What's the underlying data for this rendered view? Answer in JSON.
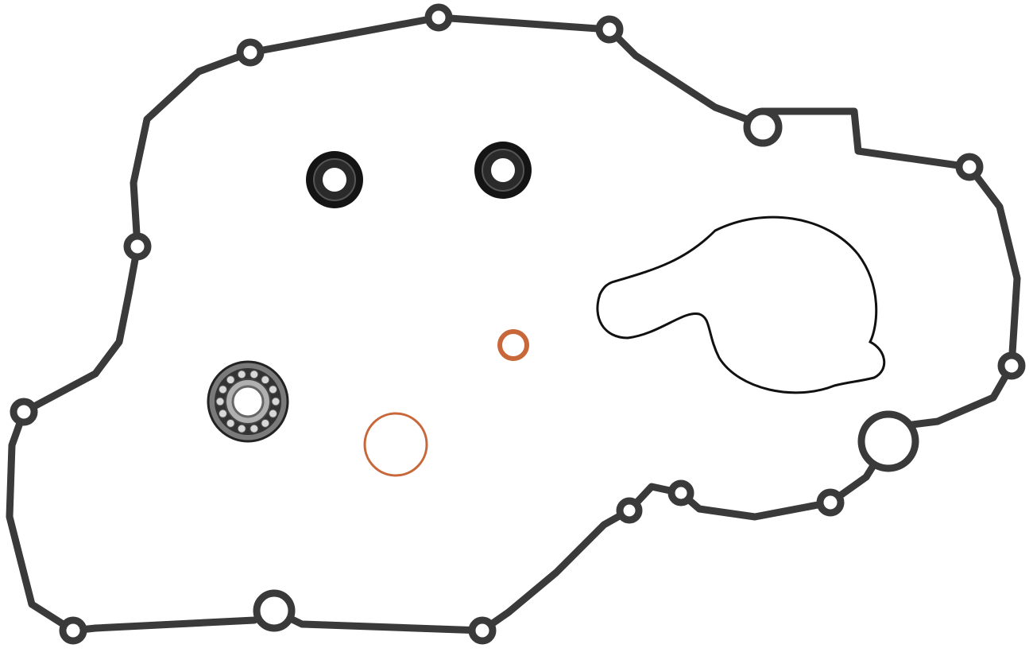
{
  "colors": {
    "background": "#ffffff",
    "gasket": "#3a3a3a",
    "seal": "#141414",
    "copper": "#c8683a",
    "bearing_steel": "#9a9a9a"
  },
  "items": [
    "outer-cover-gasket",
    "oil-seal",
    "oil-seal",
    "water-pump-gasket",
    "copper-washer",
    "copper-o-ring",
    "ball-bearing"
  ]
}
